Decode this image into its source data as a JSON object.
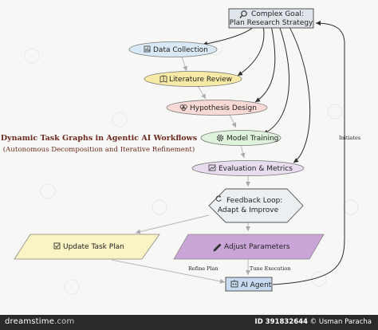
{
  "title": {
    "main": "Dynamic Task Graphs in Agentic AI Workflows",
    "sub": "(Autonomous Decomposition and Iterative Refinement)"
  },
  "nodes": {
    "goal": {
      "icon": "magnifier-icon",
      "line1": "Complex Goal:",
      "line2": "Plan Research Strategy",
      "fill": "#dfe5ea"
    },
    "data_collection": {
      "icon": "chart-icon",
      "label": "Data Collection",
      "fill": "#d9e8f5"
    },
    "literature_review": {
      "icon": "book-icon",
      "label": "Literature Review",
      "fill": "#f7eaa6"
    },
    "hypothesis_design": {
      "icon": "brain-icon",
      "label": "Hypothesis Design",
      "fill": "#f7d9d6"
    },
    "model_training": {
      "icon": "gear-icon",
      "label": "Model Training",
      "fill": "#dff2dc"
    },
    "evaluation": {
      "icon": "graph-icon",
      "label": "Evaluation & Metrics",
      "fill": "#e8dcef"
    },
    "feedback": {
      "icon": "refresh-icon",
      "line1": "Feedback Loop:",
      "line2": "Adapt & Improve",
      "fill": "#eceff1"
    },
    "update_plan": {
      "icon": "checkbox-icon",
      "label": "Update Task Plan",
      "fill": "#faf3c3"
    },
    "adjust_params": {
      "icon": "pencil-icon",
      "label": "Adjust Parameters",
      "fill": "#c9a5d8"
    },
    "agent": {
      "icon": "robot-icon",
      "label": "AI Agent",
      "fill": "#c6dbef"
    }
  },
  "edges": {
    "initiates": "Initiates",
    "refine_plan": "Refine Plan",
    "tune_execution": "Tune Execution"
  },
  "footer": {
    "brand_left": "dreamstime",
    "brand_right": ".com",
    "id_text": "ID 391832644",
    "separator": "©",
    "author": "Usman Paracha"
  }
}
